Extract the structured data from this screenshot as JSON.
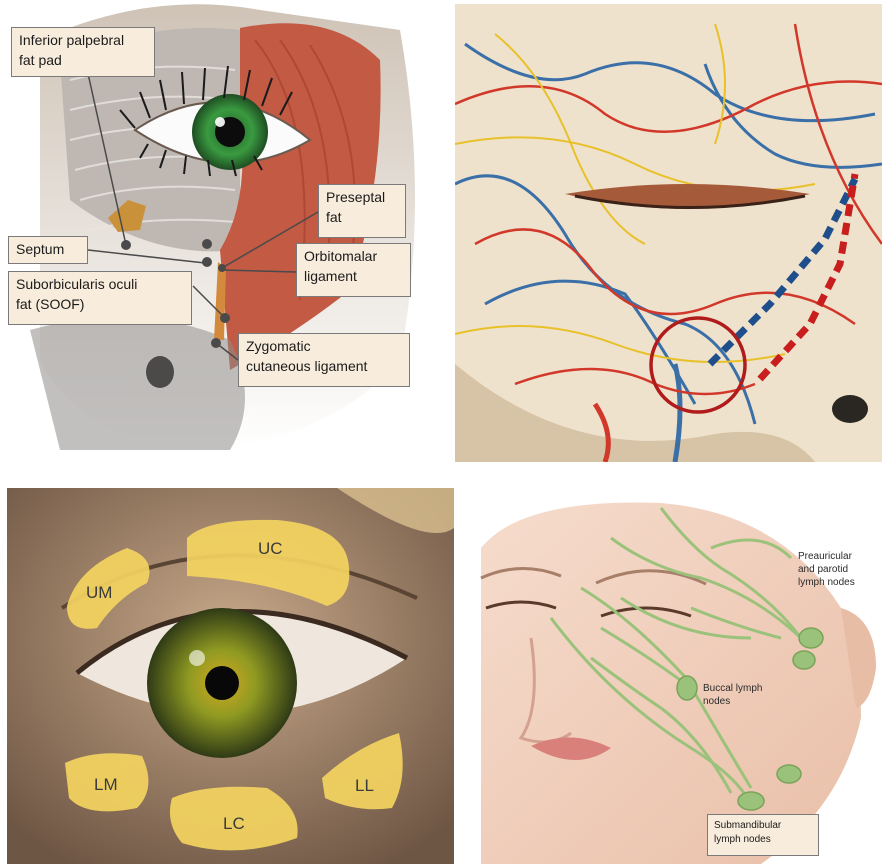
{
  "panel_eyelid": {
    "labels": {
      "inferior_palpebral_fat_pad": "Inferior palpebral\nfat pad",
      "septum": "Septum",
      "soof": "Suborbicularis oculi\nfat (SOOF)",
      "preseptal_fat": "Preseptal\nfat",
      "orbitomalar_ligament": "Orbitomalar\nligament",
      "zygomatic_cutaneous_ligament": "Zygomatic\ncutaneous ligament"
    },
    "colors": {
      "muscle": "#c25a44",
      "skin": "#d9cfc5",
      "iris": "#2f8f3a",
      "label_bg": "#f8ecdc"
    }
  },
  "panel_vessels": {
    "colors": {
      "artery": "#d2382a",
      "vein": "#3a6fa8",
      "nerve": "#e8c12a",
      "marker_circle": "#b01c1c"
    }
  },
  "panel_fat_compartments": {
    "compartments": {
      "uc": "UC",
      "um": "UM",
      "lm": "LM",
      "lc": "LC",
      "ll": "LL"
    },
    "colors": {
      "fat": "#f4d460",
      "iris": "#8a8a20"
    }
  },
  "panel_lymph": {
    "labels": {
      "preauricular": "Preauricular\nand parotid\nlymph nodes",
      "buccal": "Buccal lymph\nnodes",
      "submandibular": "Submandibular\nlymph nodes"
    },
    "colors": {
      "lymph": "#9bc27a",
      "skin": "#f1d6c7"
    }
  }
}
